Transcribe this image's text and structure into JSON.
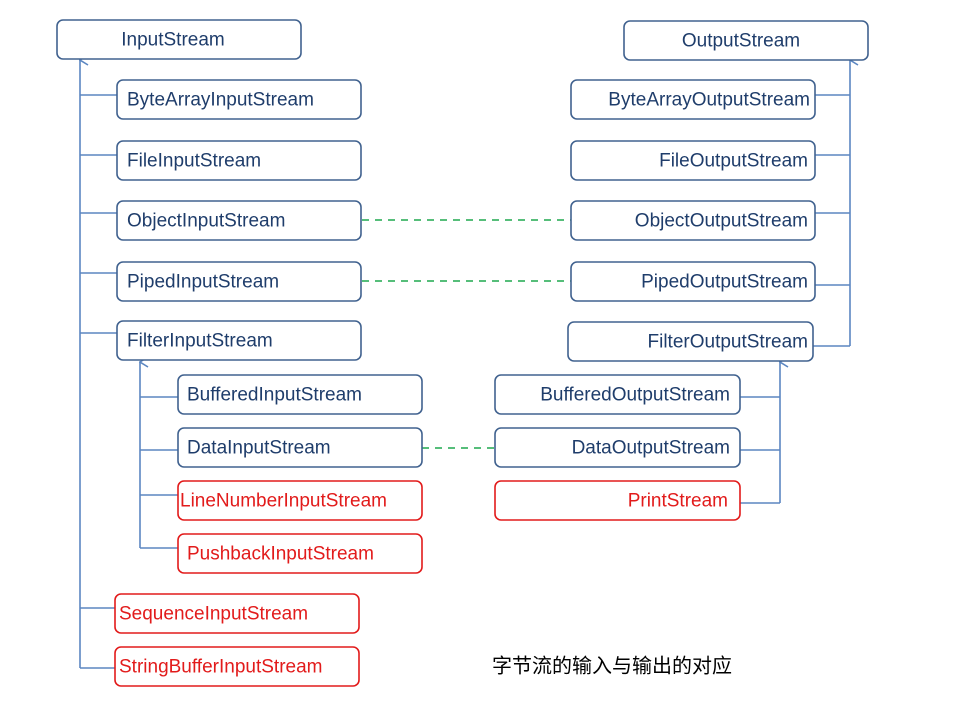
{
  "caption": "字节流的输入与输出的对应",
  "colors": {
    "node_border": "#41628f",
    "node_text": "#1f3d6b",
    "highlight": "#e21b1b",
    "connector": "#5b86c1",
    "dashed_link": "#1fa84f"
  },
  "nodes": {
    "input_stream": {
      "label": "InputStream",
      "highlight": false
    },
    "output_stream": {
      "label": "OutputStream",
      "highlight": false
    },
    "byte_array_input_stream": {
      "label": "ByteArrayInputStream",
      "highlight": false
    },
    "file_input_stream": {
      "label": "FileInputStream",
      "highlight": false
    },
    "object_input_stream": {
      "label": "ObjectInputStream",
      "highlight": false
    },
    "piped_input_stream": {
      "label": "PipedInputStream",
      "highlight": false
    },
    "filter_input_stream": {
      "label": "FilterInputStream",
      "highlight": false
    },
    "buffered_input_stream": {
      "label": "BufferedInputStream",
      "highlight": false
    },
    "data_input_stream": {
      "label": "DataInputStream",
      "highlight": false
    },
    "line_number_input_stream": {
      "label": "LineNumberInputStream",
      "highlight": true
    },
    "pushback_input_stream": {
      "label": "PushbackInputStream",
      "highlight": true
    },
    "sequence_input_stream": {
      "label": "SequenceInputStream",
      "highlight": true
    },
    "string_buffer_input_stream": {
      "label": "StringBufferInputStream",
      "highlight": true
    },
    "byte_array_output_stream": {
      "label": "ByteArrayOutputStream",
      "highlight": false
    },
    "file_output_stream": {
      "label": "FileOutputStream",
      "highlight": false
    },
    "object_output_stream": {
      "label": "ObjectOutputStream",
      "highlight": false
    },
    "piped_output_stream": {
      "label": "PipedOutputStream",
      "highlight": false
    },
    "filter_output_stream": {
      "label": "FilterOutputStream",
      "highlight": false
    },
    "buffered_output_stream": {
      "label": "BufferedOutputStream",
      "highlight": false
    },
    "data_output_stream": {
      "label": "DataOutputStream",
      "highlight": false
    },
    "print_stream": {
      "label": "PrintStream",
      "highlight": true
    }
  }
}
